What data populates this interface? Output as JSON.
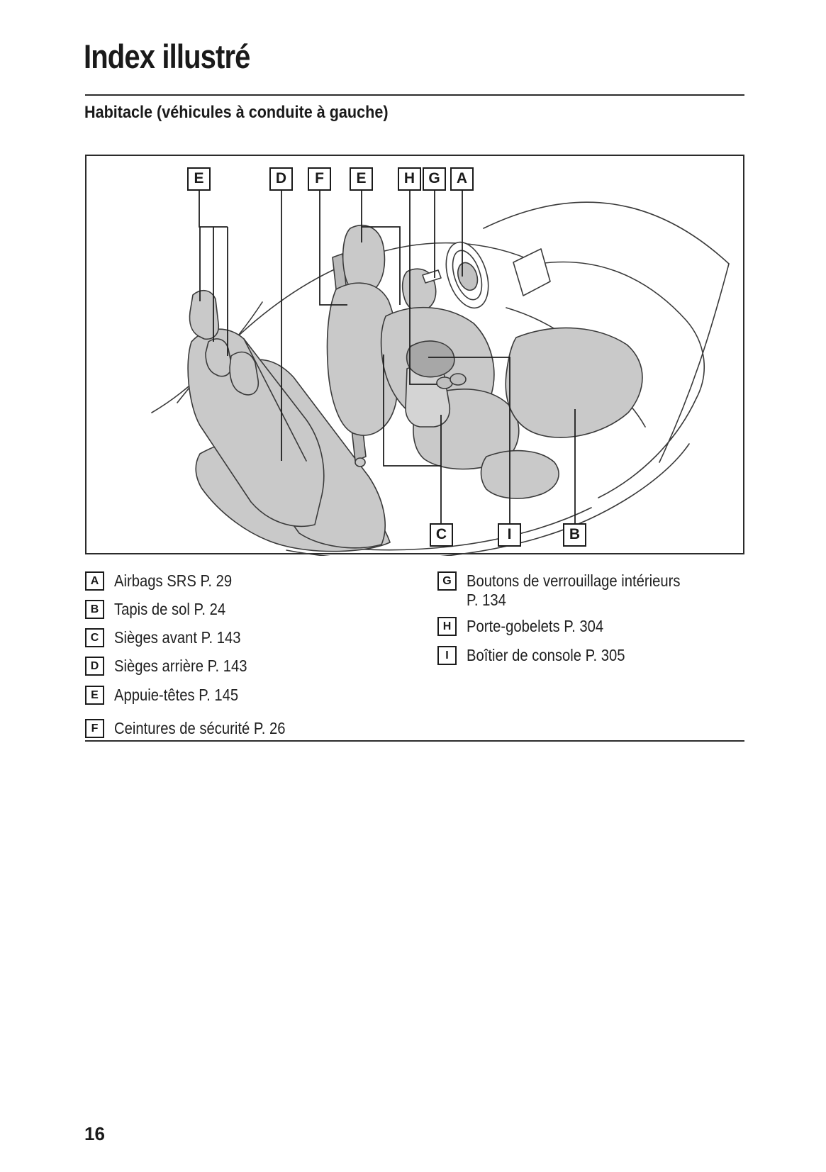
{
  "page": {
    "title": "Index illustré",
    "section_heading": "Habitacle (véhicules à conduite à gauche)",
    "page_number": "16"
  },
  "diagram": {
    "description": "car-interior-line-art-left-hand-drive",
    "top_callouts": [
      "E",
      "D",
      "F",
      "E",
      "H",
      "G",
      "A"
    ],
    "bottom_callouts": [
      "C",
      "I",
      "B"
    ]
  },
  "legend": {
    "left": [
      {
        "key": "A",
        "label": "Airbags SRS P. 29"
      },
      {
        "key": "B",
        "label": "Tapis de sol P. 24"
      },
      {
        "key": "C",
        "label": "Sièges avant P. 143"
      },
      {
        "key": "D",
        "label": "Sièges arrière P. 143"
      },
      {
        "key": "E",
        "label": "Appuie-têtes P. 145"
      },
      {
        "key": "F",
        "label": "Ceintures de sécurité P. 26"
      }
    ],
    "right": [
      {
        "key": "G",
        "label": "Boutons de verrouillage intérieurs",
        "label2": "P. 134"
      },
      {
        "key": "H",
        "label": "Porte-gobelets P. 304"
      },
      {
        "key": "I",
        "label": "Boîtier de console P. 305"
      }
    ]
  },
  "colors": {
    "seat_fill": "#c9c9c9",
    "console_armrest_fill": "#a7a7a7",
    "outline": "#3a3a3a",
    "callout_line": "#1f1f1f",
    "text": "#1a1a1a"
  }
}
